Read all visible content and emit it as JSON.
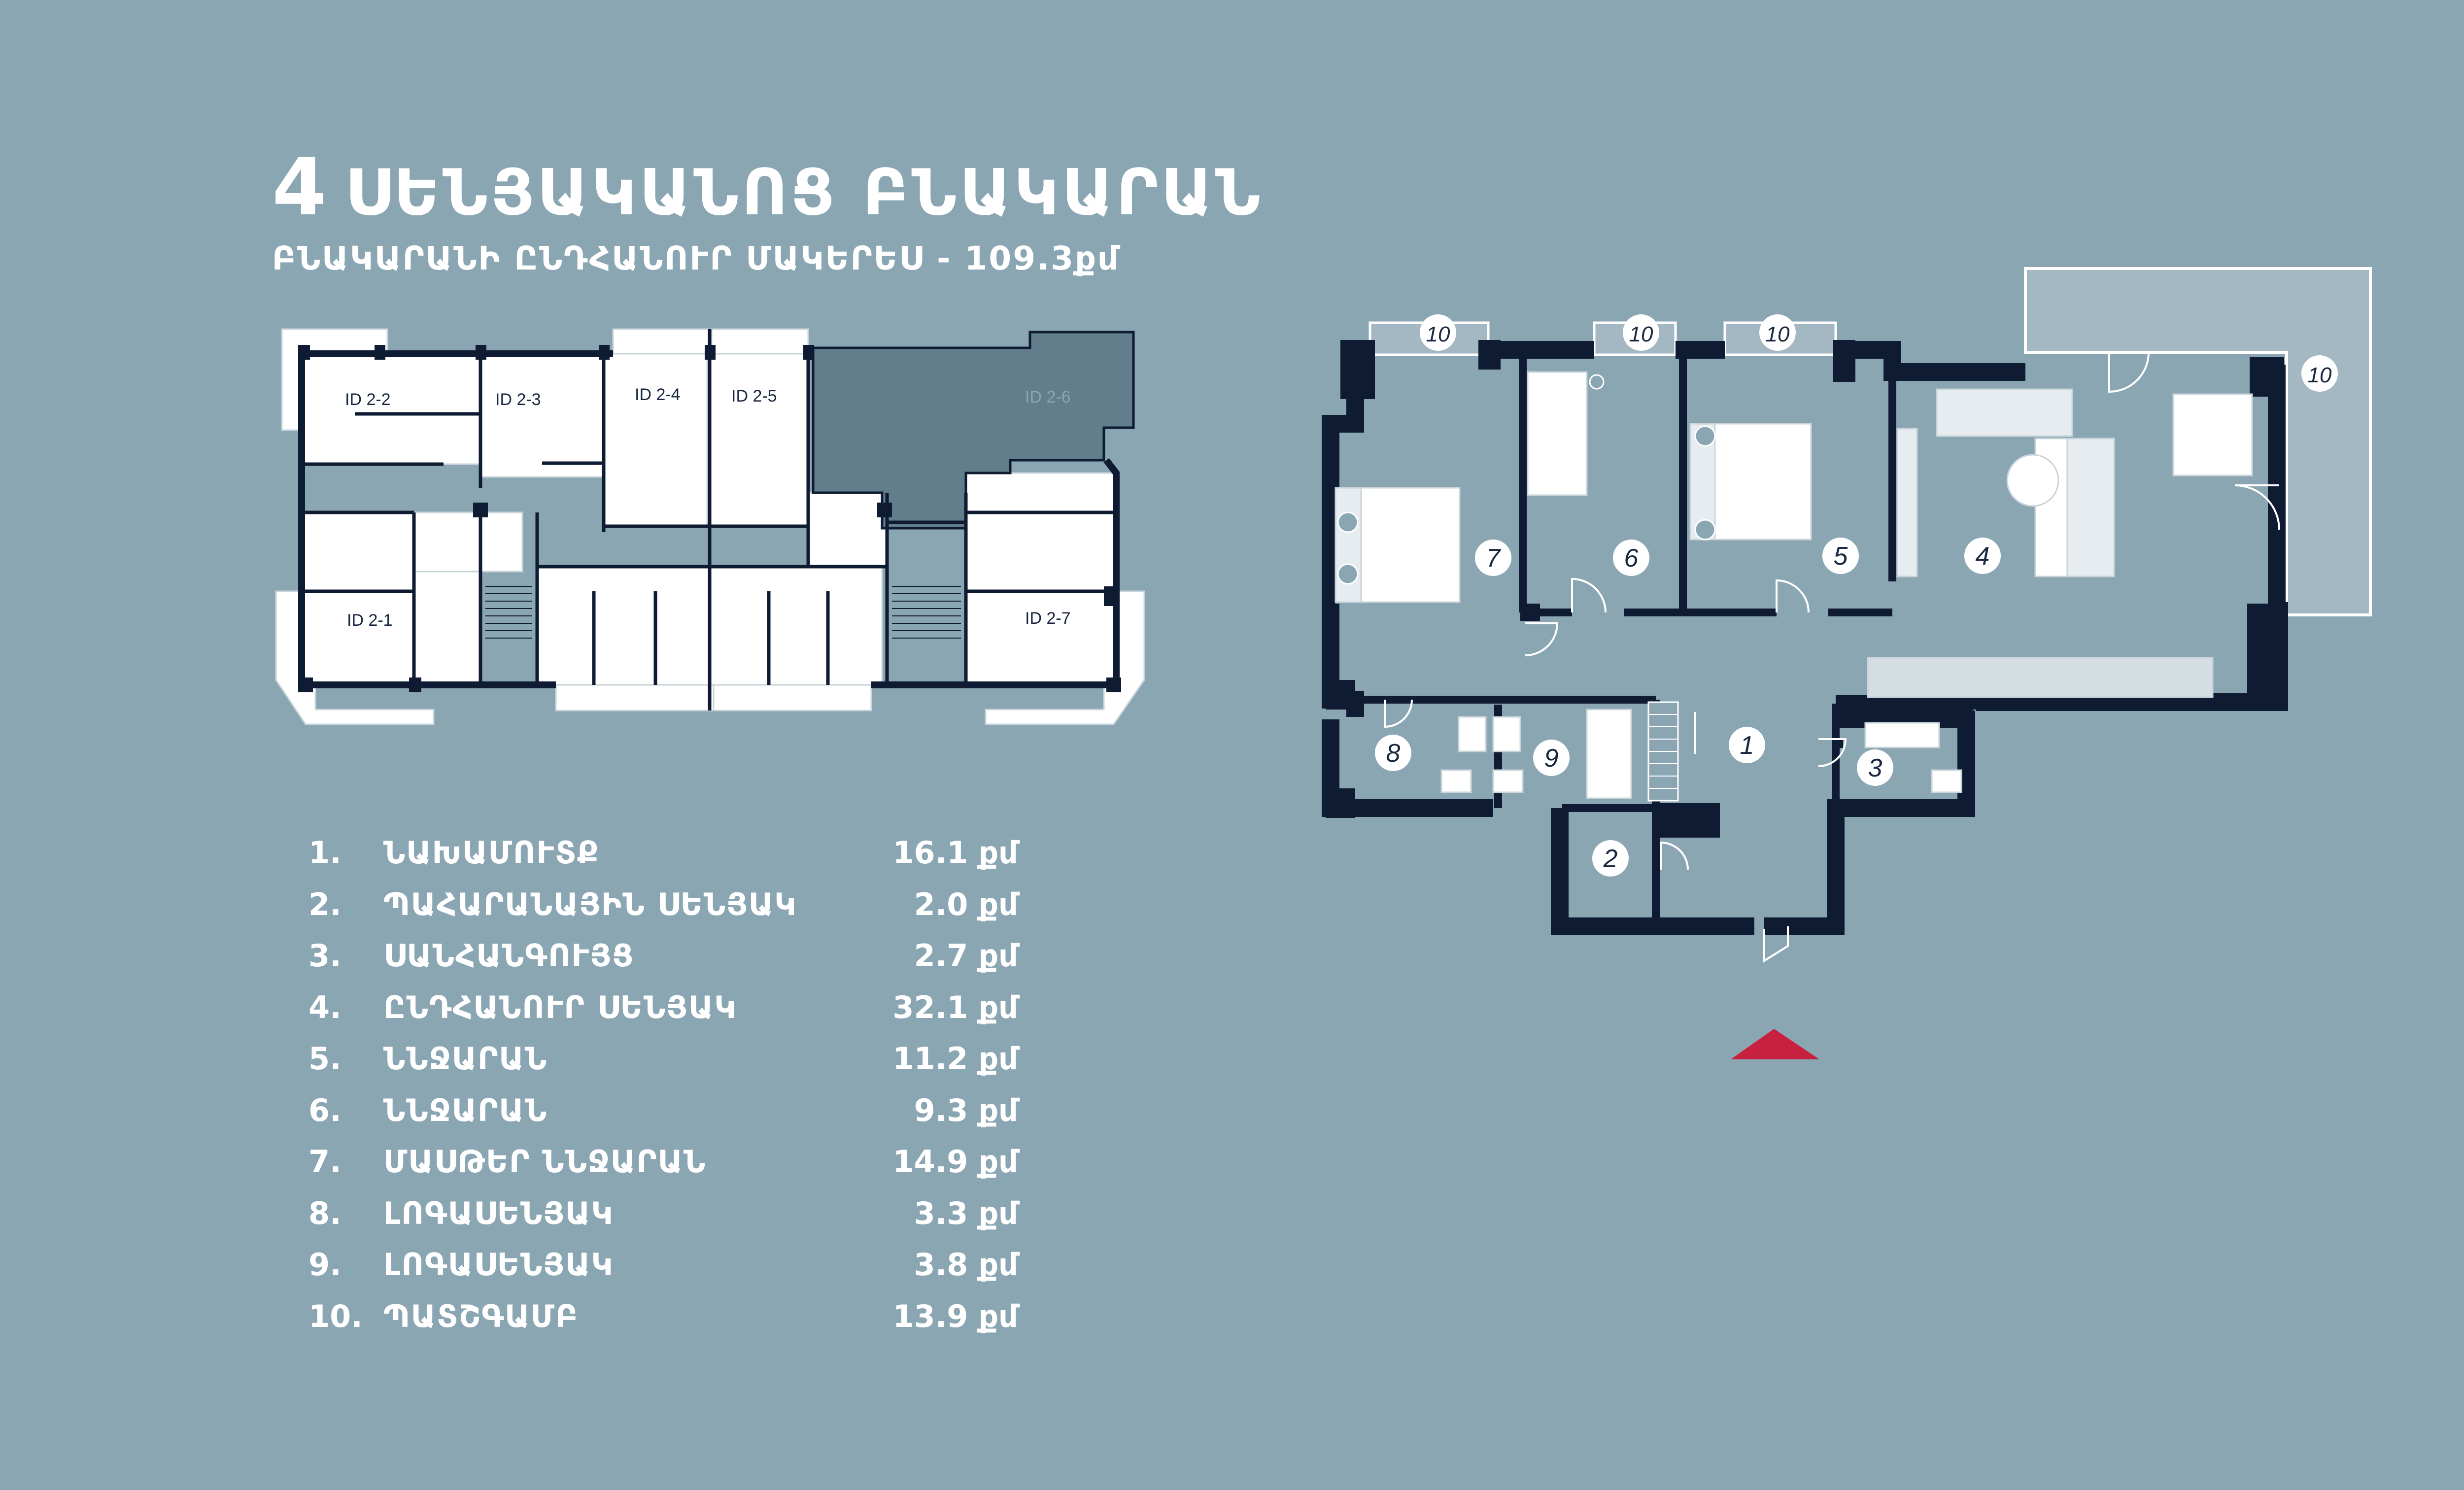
{
  "title": {
    "number": "4",
    "text": "ՍԵՆՅԱԿԱՆՈՑ  ԲՆԱԿԱՐԱՆ"
  },
  "subtitle": "ԲՆԱԿԱՐԱՆԻ ԸՆԴՀԱՆՈՒՐ ՄԱԿԵՐԵՍ - 109.3քմ",
  "building_plan": {
    "units": [
      "ID 2-2",
      "ID 2-3",
      "ID 2-4",
      "ID 2-5",
      "ID 2-6",
      "ID 2-1",
      "ID 2-7"
    ],
    "highlighted_unit": "ID 2-6"
  },
  "rooms": [
    {
      "num": "1.",
      "name": "ՆԱԽԱՄՈՒՏՔ",
      "area": "16.1 քմ"
    },
    {
      "num": "2.",
      "name": "ՊԱՀԱՐԱՆԱՅԻՆ ՍԵՆՅԱԿ",
      "area": "2.0 քմ"
    },
    {
      "num": "3.",
      "name": "ՍԱՆՀԱՆԳՈՒՅՑ",
      "area": "2.7 քմ"
    },
    {
      "num": "4.",
      "name": "ԸՆԴՀԱՆՈՒՐ ՍԵՆՅԱԿ",
      "area": "32.1 քմ"
    },
    {
      "num": "5.",
      "name": "ՆՆՋԱՐԱՆ",
      "area": "11.2 քմ"
    },
    {
      "num": "6.",
      "name": "ՆՆՋԱՐԱՆ",
      "area": "9.3 քմ"
    },
    {
      "num": "7.",
      "name": "ՄԱՍԹԵՐ ՆՆՋԱՐԱՆ",
      "area": "14.9 քմ"
    },
    {
      "num": "8.",
      "name": "ԼՈԳԱՍԵՆՅԱԿ",
      "area": "3.3 քմ"
    },
    {
      "num": "9.",
      "name": "ԼՈԳԱՍԵՆՅԱԿ",
      "area": "3.8 քմ"
    },
    {
      "num": "10.",
      "name": "ՊԱՏՇԳԱՄԲ",
      "area": "13.9 քմ"
    }
  ],
  "floor_plan_labels": {
    "r1": "1",
    "r2": "2",
    "r3": "3",
    "r4": "4",
    "r5": "5",
    "r6": "6",
    "r7": "7",
    "r8": "8",
    "r9": "9",
    "r10": "10"
  },
  "colors": {
    "background": "#8ba6b3",
    "wall": "#0e1b33",
    "highlight": "#627d8b",
    "entrance_marker": "#c8203f"
  }
}
